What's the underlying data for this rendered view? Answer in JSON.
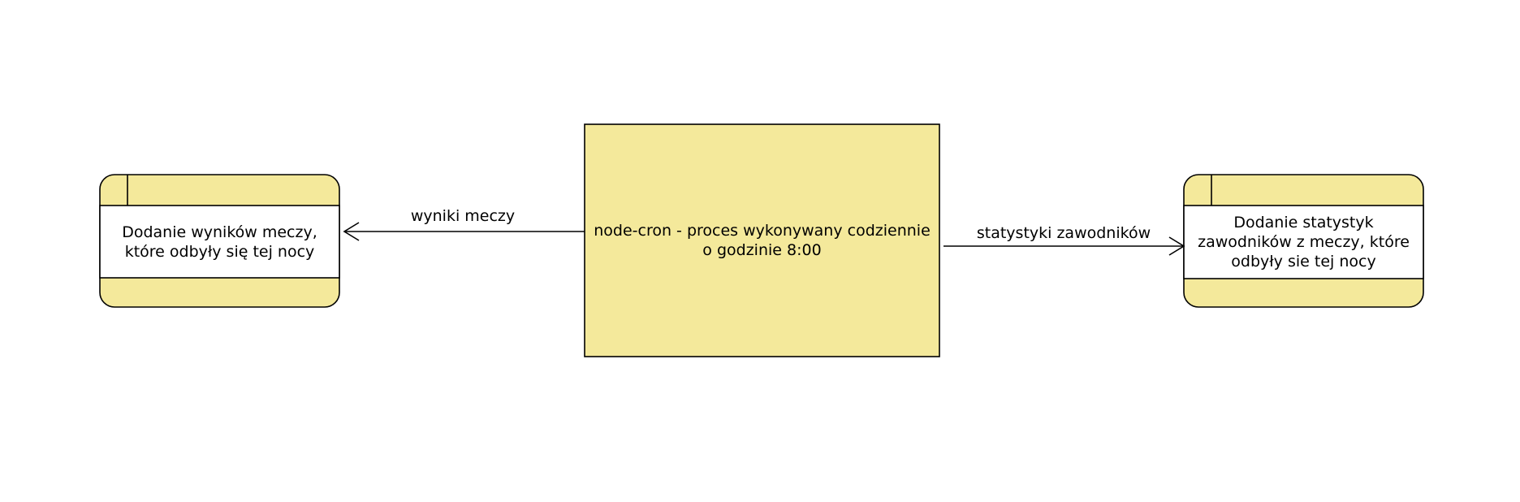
{
  "colors": {
    "fill": "#f4e99b",
    "stroke": "#000000",
    "card_body": "#ffffff"
  },
  "process": {
    "text": "node-cron - proces wykonywany codziennie\no godzinie 8:00"
  },
  "left_store": {
    "text": "Dodanie wyników meczy,\nktóre odbyły się tej nocy"
  },
  "right_store": {
    "text": "Dodanie statystyk\nzawodników z meczy, które\nodbyły sie tej nocy"
  },
  "edges": {
    "left": {
      "label": "wyniki meczy"
    },
    "right": {
      "label": "statystyki zawodników"
    }
  }
}
